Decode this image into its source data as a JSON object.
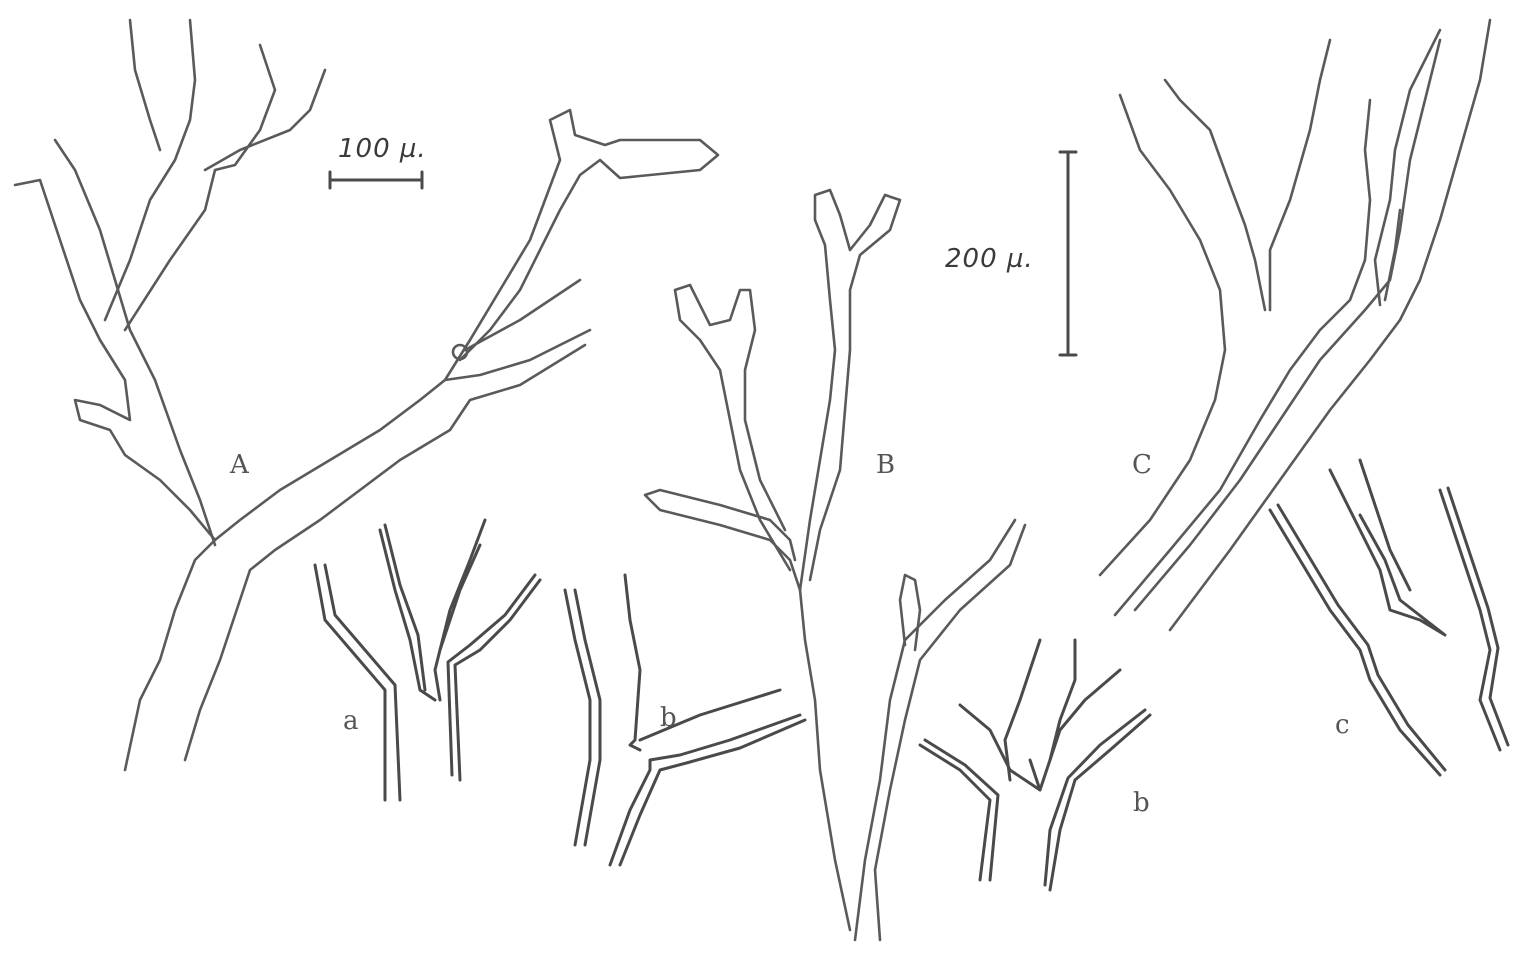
{
  "panels": [
    {
      "id": "A",
      "label": "A"
    },
    {
      "id": "B",
      "label": "B"
    },
    {
      "id": "C",
      "label": "C"
    }
  ],
  "details": [
    {
      "id": "a",
      "label": "a"
    },
    {
      "id": "b1",
      "label": "b"
    },
    {
      "id": "b2",
      "label": "b"
    },
    {
      "id": "c",
      "label": "c"
    }
  ],
  "scale_bars": [
    {
      "id": "small",
      "label": "100 µ."
    },
    {
      "id": "large",
      "label": "200 µ."
    }
  ],
  "colors": {
    "ink": "#5a5a5a",
    "paper": "#ffffff"
  }
}
